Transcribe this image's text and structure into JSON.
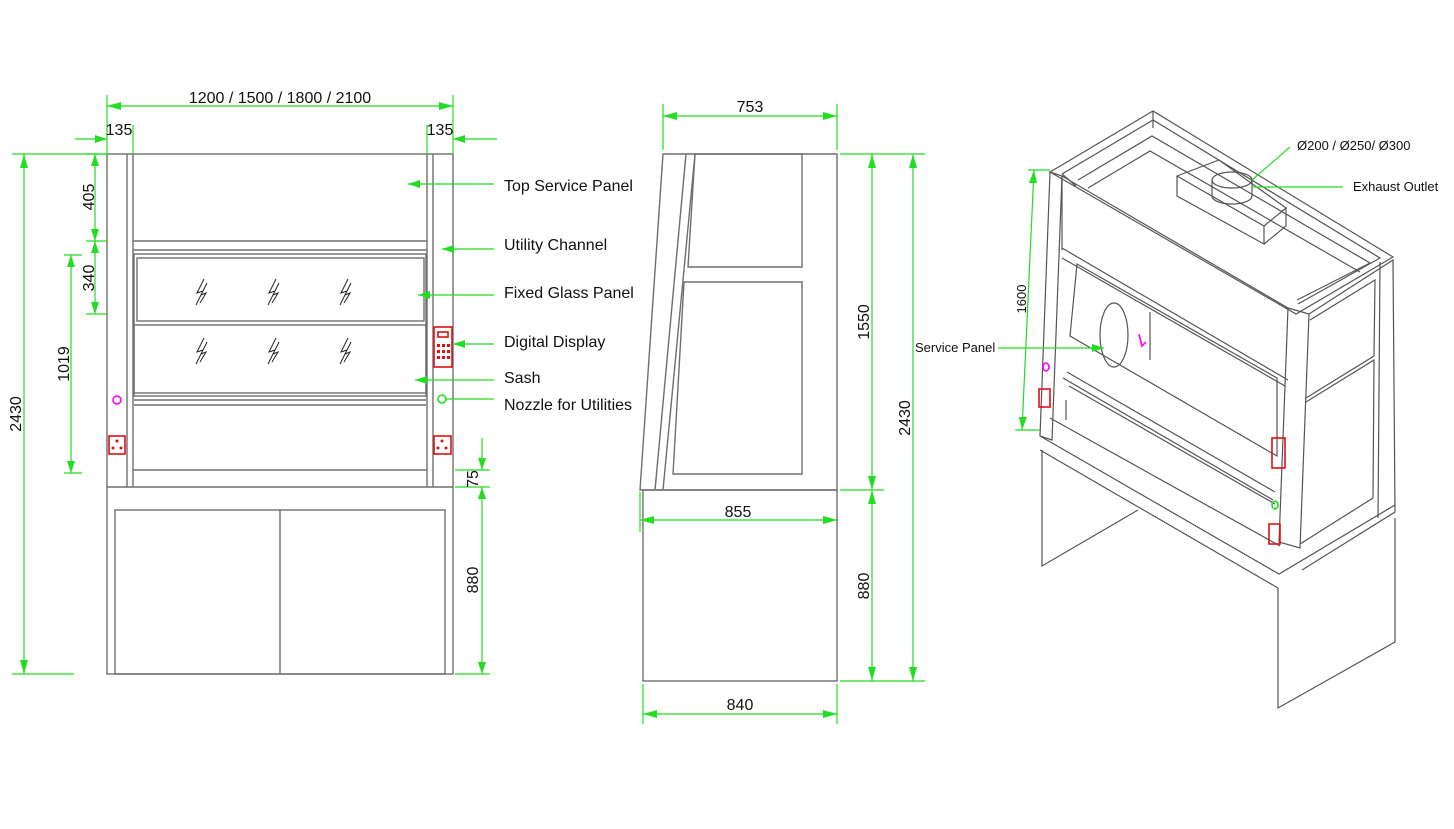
{
  "front_view": {
    "dims": {
      "width": "1200 / 1500 / 1800 / 2100",
      "left_col": "135",
      "right_col": "135",
      "top_panel": "405",
      "glass_panel": "340",
      "sash_opening": "1019",
      "total_height": "2430",
      "bottom_gap": "75",
      "base_height": "880"
    },
    "labels": {
      "top_service_panel": "Top Service Panel",
      "utility_channel": "Utility Channel",
      "fixed_glass_panel": "Fixed Glass Panel",
      "digital_display": "Digital Display",
      "sash": "Sash",
      "nozzle": "Nozzle for Utilities"
    }
  },
  "side_view": {
    "dims": {
      "top_depth": "753",
      "upper_height": "1550",
      "total_height": "2430",
      "body_depth": "855",
      "base_height": "880",
      "base_depth": "840"
    }
  },
  "iso_view": {
    "dims": {
      "height": "1600"
    },
    "labels": {
      "outlet_sizes": "Ø200 / Ø250/ Ø300",
      "exhaust_outlet": "Exhaust Outlet",
      "service_panel": "Service Panel"
    }
  },
  "colors": {
    "dimension": "#22dd22",
    "outline": "#6e6e6e",
    "electrical": "#e01010",
    "gas_valve": "#ff00ff"
  }
}
